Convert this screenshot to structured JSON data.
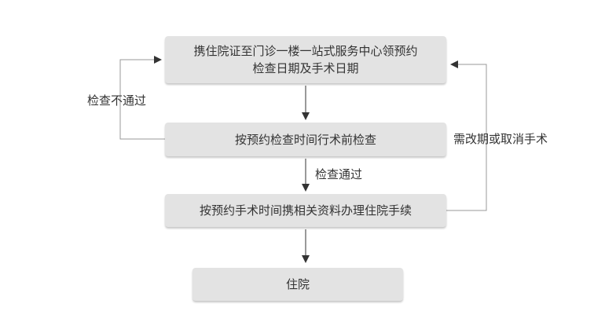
{
  "nodes": {
    "step1": {
      "line1": "携住院证至门诊一楼一站式服务中心领预约",
      "line2": "检查日期及手术日期"
    },
    "step2": {
      "text": "按预约检查时间行术前检查"
    },
    "step3": {
      "text": "按预约手术时间携相关资料办理住院手续"
    },
    "step4": {
      "text": "住院"
    }
  },
  "edges": {
    "fail_label": "检查不通过",
    "pass_label": "检查通过",
    "change_label": "需改期或取消手术"
  }
}
